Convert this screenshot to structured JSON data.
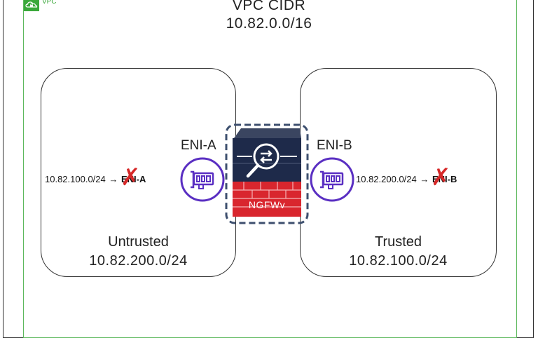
{
  "vpc": {
    "tag": "VPC",
    "title": "VPC CIDR",
    "cidr": "10.82.0.0/16"
  },
  "subnets": {
    "untrusted": {
      "name": "Untrusted",
      "cidr": "10.82.200.0/24"
    },
    "trusted": {
      "name": "Trusted",
      "cidr": "10.82.100.0/24"
    }
  },
  "routes": {
    "untrusted": {
      "destination": "10.82.100.0/24",
      "arrow": "→",
      "target": "ENI-A",
      "blocked": true
    },
    "trusted": {
      "destination": "10.82.200.0/24",
      "arrow": "→",
      "target": "ENI-B",
      "blocked": true
    }
  },
  "enis": {
    "a": {
      "label": "ENI-A"
    },
    "b": {
      "label": "ENI-B"
    }
  },
  "firewall": {
    "label": "NGFWv"
  },
  "colors": {
    "vpc_border": "#5cb85c",
    "eni_purple": "#5a2fc2",
    "firewall_red": "#d9262e",
    "firewall_navy": "#1e2a4a",
    "block_red": "#d62828"
  },
  "icons": {
    "vpc": "cloud-lock-icon",
    "eni": "network-interface-icon",
    "firewall": "firewall-appliance-icon",
    "blocked": "x-mark-icon"
  }
}
